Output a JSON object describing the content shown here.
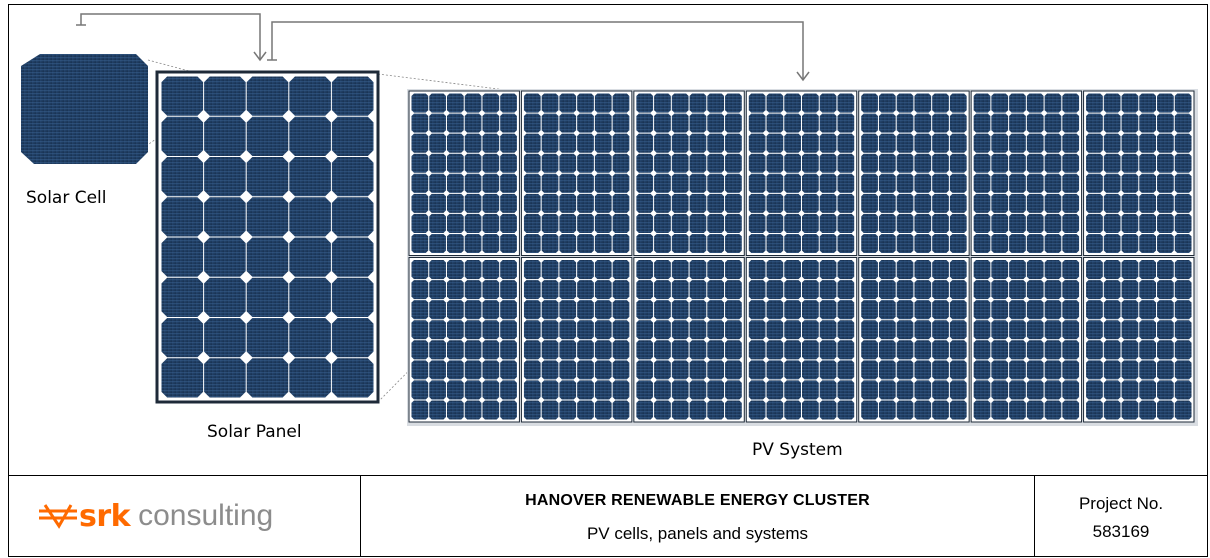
{
  "labels": {
    "cell": "Solar Cell",
    "panel": "Solar Panel",
    "system": "PV System"
  },
  "footer": {
    "logo_bold": "srk",
    "logo_text": "consulting",
    "title": "HANOVER RENEWABLE ENERGY CLUSTER",
    "subtitle": "PV cells, panels and systems",
    "project_label": "Project No.",
    "project_number": "583169"
  },
  "colors": {
    "cell_dark": "#1c3556",
    "cell_mid": "#24446b",
    "panel_border": "#1e2a38",
    "logo_orange": "#ff6a00",
    "logo_grey": "#8c8c8c"
  }
}
